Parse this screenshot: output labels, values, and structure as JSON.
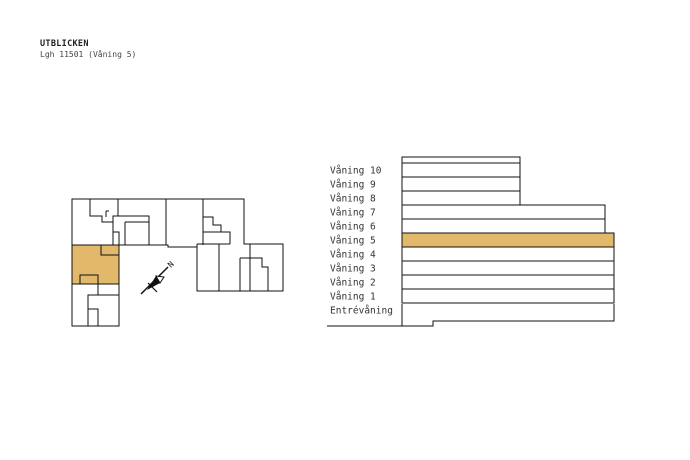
{
  "header": {
    "title": "UTBLICKEN",
    "subtitle": "Lgh 11501 (Våning 5)"
  },
  "compass": {
    "label": "N"
  },
  "colors": {
    "highlight": "#e2b86b",
    "line": "#111111"
  },
  "floors": [
    {
      "label": "Våning 10",
      "highlighted": false
    },
    {
      "label": "Våning 9",
      "highlighted": false
    },
    {
      "label": "Våning 8",
      "highlighted": false
    },
    {
      "label": "Våning 7",
      "highlighted": false
    },
    {
      "label": "Våning 6",
      "highlighted": false
    },
    {
      "label": "Våning 5",
      "highlighted": true
    },
    {
      "label": "Våning 4",
      "highlighted": false
    },
    {
      "label": "Våning 3",
      "highlighted": false
    },
    {
      "label": "Våning 2",
      "highlighted": false
    },
    {
      "label": "Våning 1",
      "highlighted": false
    },
    {
      "label": "Entrévåning",
      "highlighted": false
    }
  ]
}
